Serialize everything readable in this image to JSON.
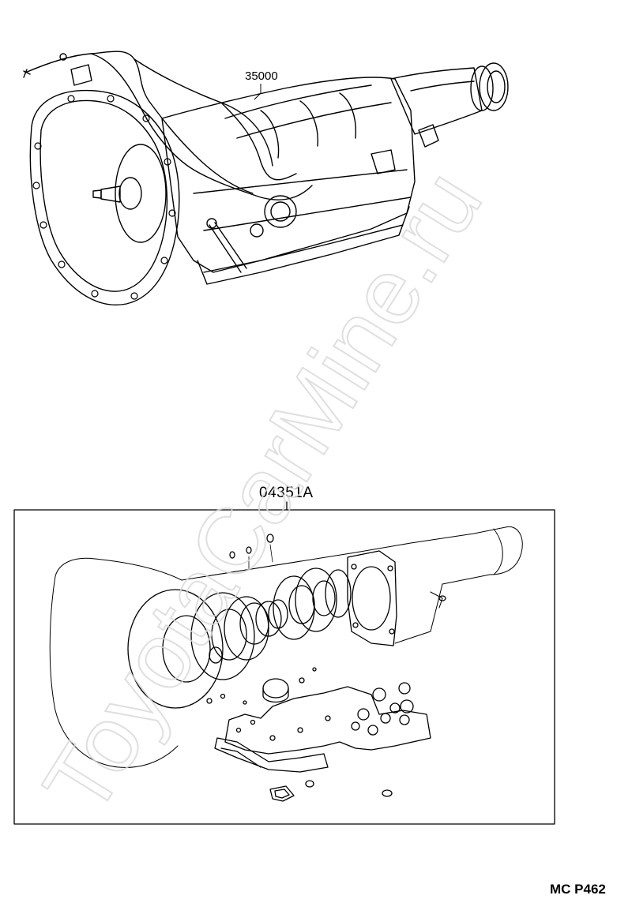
{
  "diagram": {
    "callouts": {
      "transmission_part_number": "35000",
      "gasket_kit_part_number": "04351A"
    },
    "page_reference": "MC P462",
    "watermark": "ToyotaCarMine.ru"
  }
}
